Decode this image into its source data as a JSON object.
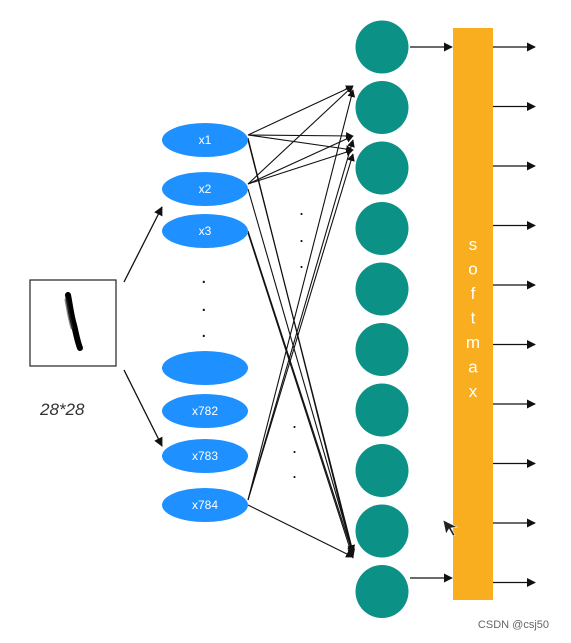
{
  "image_label": "28*28",
  "inputs": [
    "x1",
    "x2",
    "x3",
    "",
    "x782",
    "x783",
    "x784"
  ],
  "ellipsis": ".",
  "softmax_label": "softmax",
  "hidden_node_count": 10,
  "output_arrow_count": 10,
  "watermark": "CSDN @csj50",
  "colors": {
    "input_node": "#1e90ff",
    "hidden_node": "#0b9185",
    "softmax_bar": "#f8ae1e",
    "line": "#111111",
    "label_text": "#333333"
  }
}
